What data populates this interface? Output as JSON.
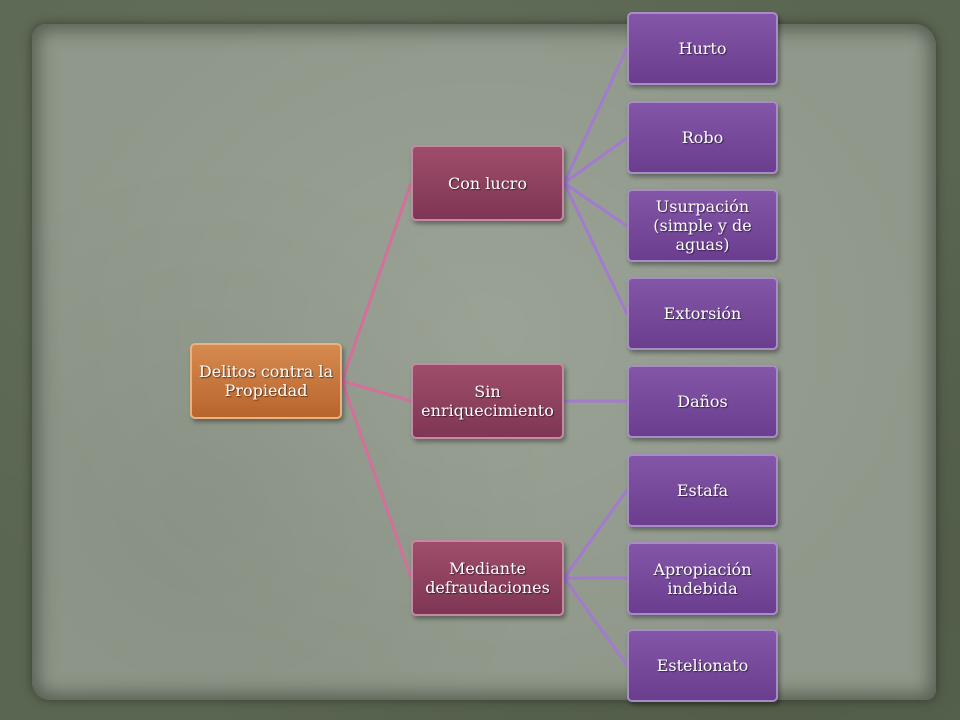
{
  "diagram": {
    "root": {
      "label": "Delitos contra la Propiedad"
    },
    "branches": [
      {
        "label": "Con lucro",
        "children": [
          "Hurto",
          "Robo",
          "Usurpación (simple y de aguas)",
          "Extorsión"
        ]
      },
      {
        "label": "Sin enriquecimiento",
        "children": [
          "Daños"
        ]
      },
      {
        "label": "Mediante defraudaciones",
        "children": [
          "Estafa",
          "Apropiación indebida",
          "Estelionato"
        ]
      }
    ]
  },
  "colors": {
    "root_fill": "#c97840",
    "branch_fill": "#8e4260",
    "leaf_fill": "#7a4b9c",
    "root_connector": "#d46f9a",
    "leaf_connector": "#a27bd0",
    "background": "#5a6651",
    "paper": "#8f988a"
  }
}
